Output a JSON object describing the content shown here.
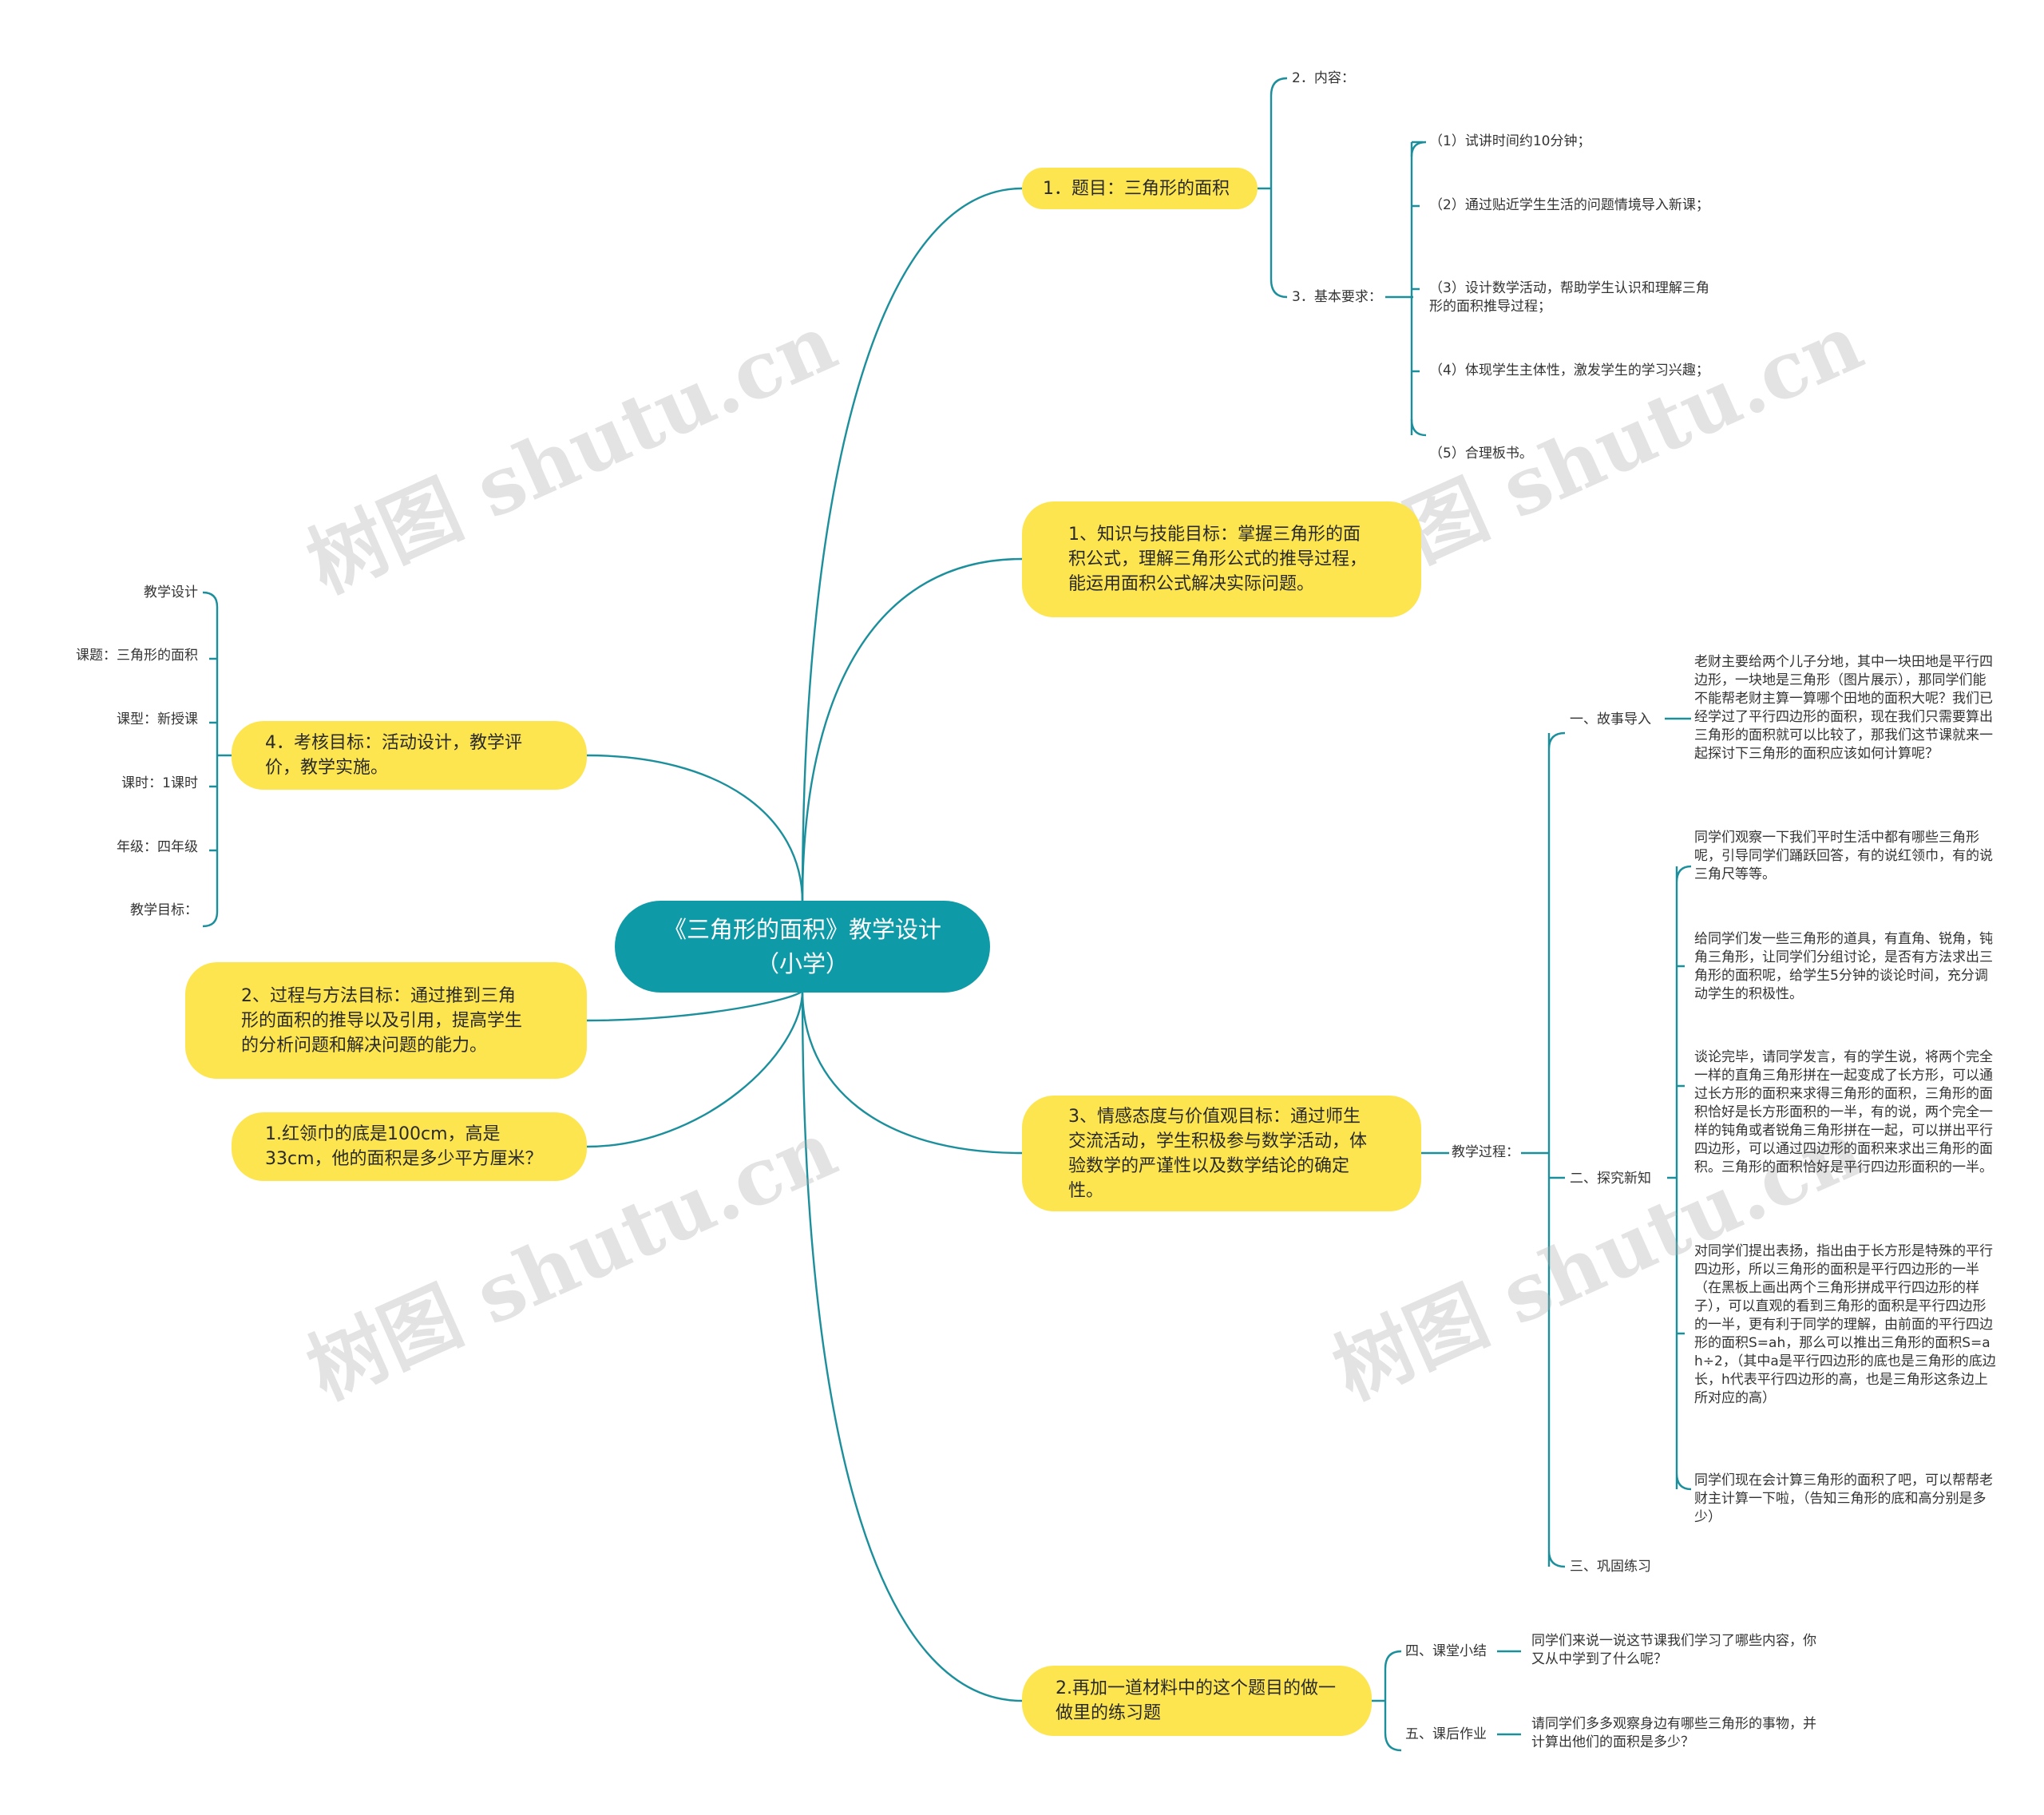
{
  "root": "《三角形的面积》教学设计（小学）",
  "right_branches": {
    "topic": {
      "label": "1．题目：三角形的面积",
      "content_label": "2．内容：",
      "requirements_label": "3．基本要求：",
      "requirements": [
        "（1）试讲时间约10分钟；",
        "（2）通过贴近学生生活的问题情境导入新课；",
        "（3）设计数学活动，帮助学生认识和理解三角形的面积推导过程；",
        "（4）体现学生主体性，激发学生的学习兴趣；",
        "（5）合理板书。"
      ]
    },
    "knowledge_goal": "1、知识与技能目标：掌握三角形的面积公式，理解三角形公式的推导过程，能运用面积公式解决实际问题。",
    "emotion_goal": {
      "label": "3、情感态度与价值观目标：通过师生交流活动，学生积极参与数学活动，体验数学的严谨性以及数学结论的确定性。",
      "process_label": "教学过程：",
      "story_label": "一、故事导入",
      "story_text": "老财主要给两个儿子分地，其中一块田地是平行四边形，一块地是三角形（图片展示），那同学们能不能帮老财主算一算哪个田地的面积大呢？我们已经学过了平行四边形的面积，现在我们只需要算出三角形的面积就可以比较了，那我们这节课就来一起探讨下三角形的面积应该如何计算呢？",
      "explore_label": "二、探究新知",
      "explore_items": [
        "同学们观察一下我们平时生活中都有哪些三角形呢，引导同学们踊跃回答，有的说红领巾，有的说三角尺等等。",
        "给同学们发一些三角形的道具，有直角、锐角，钝角三角形，让同学们分组讨论，是否有方法求出三角形的面积呢，给学生5分钟的谈论时间，充分调动学生的积极性。",
        "谈论完毕，请同学发言，有的学生说，将两个完全一样的直角三角形拼在一起变成了长方形，可以通过长方形的面积来求得三角形的面积，三角形的面积恰好是长方形面积的一半，有的说，两个完全一样的钝角或者锐角三角形拼在一起，可以拼出平行四边形，可以通过四边形的面积来求出三角形的面积。三角形的面积恰好是平行四边形面积的一半。",
        "对同学们提出表扬，指出由于长方形是特殊的平行四边形，所以三角形的面积是平行四边形的一半（在黑板上画出两个三角形拼成平行四边形的样子），可以直观的看到三角形的面积是平行四边形的一半，更有利于同学的理解，由前面的平行四边形的面积S=ah，那么可以推出三角形的面积S=ah÷2，（其中a是平行四边形的底也是三角形的底边长，h代表平行四边形的高，也是三角形这条边上所对应的高）",
        "同学们现在会计算三角形的面积了吧，可以帮帮老财主计算一下啦，（告知三角形的底和高分别是多少）"
      ],
      "practice_label": "三、巩固练习"
    },
    "exercise": {
      "label": "2.再加一道材料中的这个题目的做一做里的练习题",
      "summary_label": "四、课堂小结",
      "summary_text": "同学们来说一说这节课我们学习了哪些内容，你又从中学到了什么呢？",
      "homework_label": "五、课后作业",
      "homework_text": "请同学们多多观察身边有哪些三角形的事物，并计算出他们的面积是多少？"
    }
  },
  "left_branches": {
    "assessment": {
      "label": "4．考核目标：活动设计，教学评价，教学实施。",
      "items": [
        "教学设计",
        "课题：三角形的面积",
        "课型：新授课",
        "课时：1课时",
        "年级：四年级",
        "教学目标："
      ]
    },
    "process_goal": "2、过程与方法目标：通过推到三角形的面积的推导以及引用，提高学生的分析问题和解决问题的能力。",
    "question": "1.红领巾的底是100cm，高是33cm，他的面积是多少平方厘米？"
  },
  "watermark": "树图 shutu.cn",
  "colors": {
    "root": "#0f9aa7",
    "pill": "#fde54f",
    "line": "#1b8f9c",
    "text": "#333333"
  }
}
